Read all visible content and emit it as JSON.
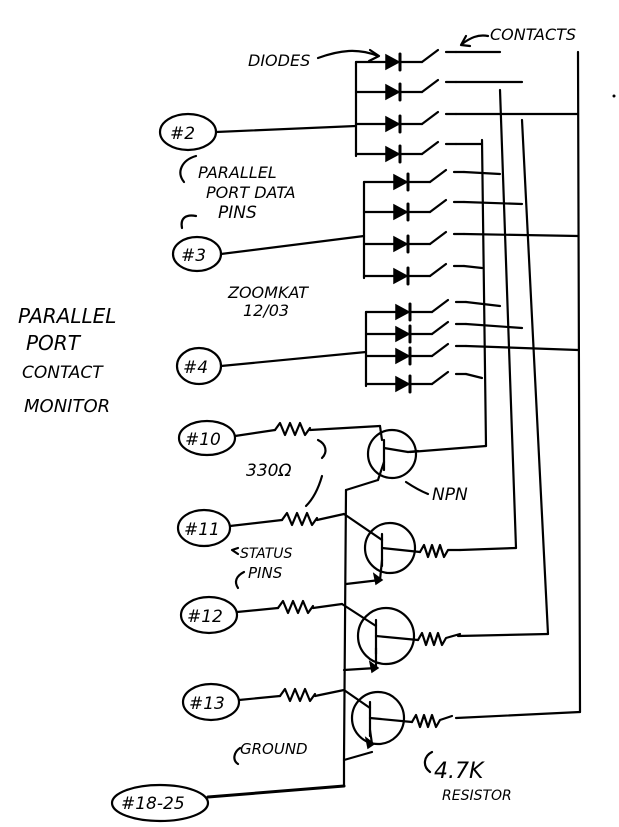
{
  "title": {
    "lines": [
      "PARALLEL",
      "PORT",
      "CONTACT",
      "MONITOR"
    ]
  },
  "labels": {
    "diodes": "DIODES",
    "contacts": "CONTACTS",
    "parallel_port_data_pins": [
      "PARALLEL",
      "PORT DATA",
      "PINS"
    ],
    "author": "ZOOMKAT",
    "date": "12/03",
    "resistor_330": "330Ω",
    "npn": "NPN",
    "status_pins": [
      "STATUS",
      "PINS"
    ],
    "ground": "GROUND",
    "resistor_4k7": [
      "4.7K",
      "RESISTOR"
    ]
  },
  "pins": {
    "data": [
      "#2",
      "#3",
      "#4"
    ],
    "status": [
      "#10",
      "#11",
      "#12",
      "#13"
    ],
    "ground": "#18-25"
  },
  "diode_groups": [
    {
      "pin": "#2",
      "count": 4
    },
    {
      "pin": "#3",
      "count": 4
    },
    {
      "pin": "#4",
      "count": 4
    }
  ]
}
